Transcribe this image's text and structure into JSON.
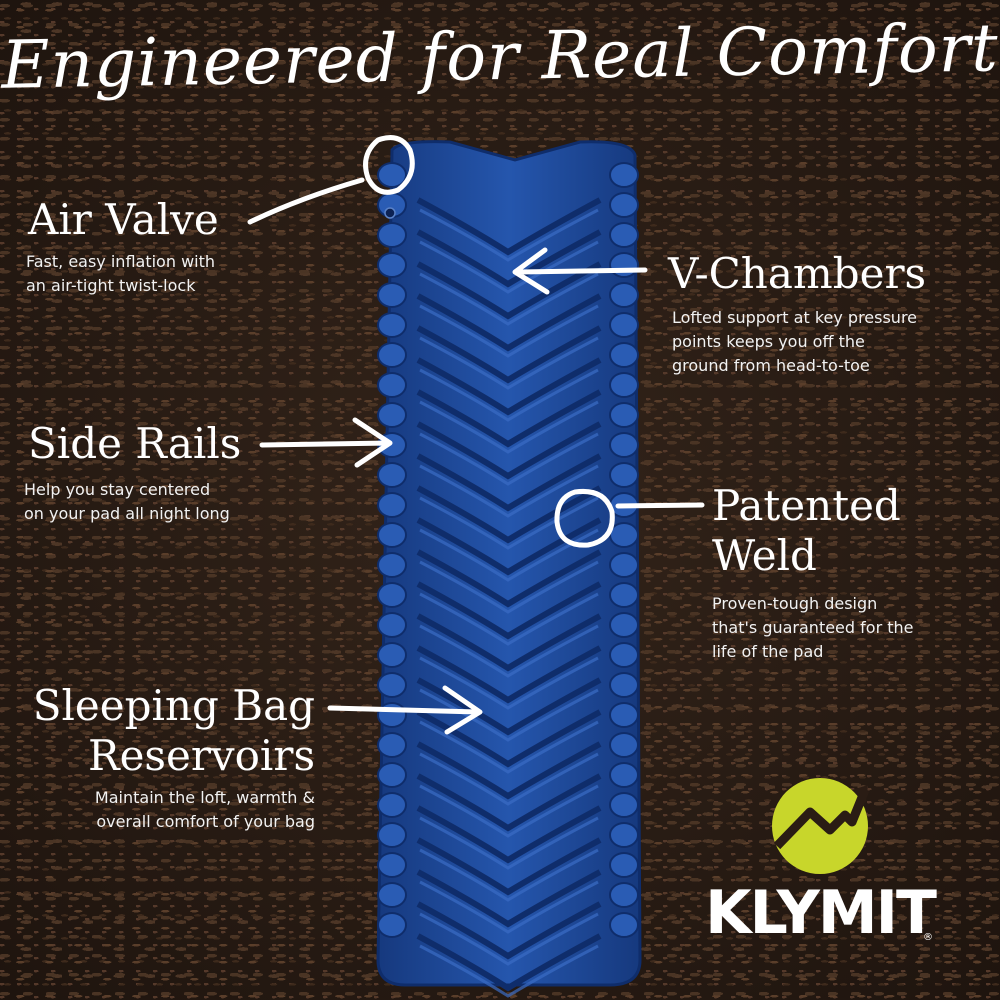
{
  "title": "Engineered for Real Comfort",
  "features": {
    "air_valve": {
      "label": "Air Valve",
      "desc_line1": "Fast, easy inflation with",
      "desc_line2": "an air-tight twist-lock"
    },
    "side_rails": {
      "label": "Side Rails",
      "desc_line1": "Help you stay centered",
      "desc_line2": "on your pad all night long"
    },
    "sleeping_bag": {
      "label_line1": "Sleeping Bag",
      "label_line2": "Reservoirs",
      "desc_line1": "Maintain the loft, warmth &",
      "desc_line2": "overall comfort of your bag"
    },
    "v_chambers": {
      "label": "V-Chambers",
      "desc_line1": "Lofted support at key pressure",
      "desc_line2": "points keeps you off the",
      "desc_line3": "ground from head-to-toe"
    },
    "patented_weld": {
      "label_line1": "Patented",
      "label_line2": "Weld",
      "desc_line1": "Proven-tough design",
      "desc_line2": "that's guaranteed for the",
      "desc_line3": "life of the pad"
    }
  },
  "brand": {
    "name": "KLYMIT",
    "mark": "®",
    "logo_color": "#c8d62b"
  },
  "colors": {
    "pad": "#1e4fa3",
    "pad_dark": "#0f2d6b",
    "pad_light": "#3a6cc4",
    "ink": "#ffffff"
  }
}
